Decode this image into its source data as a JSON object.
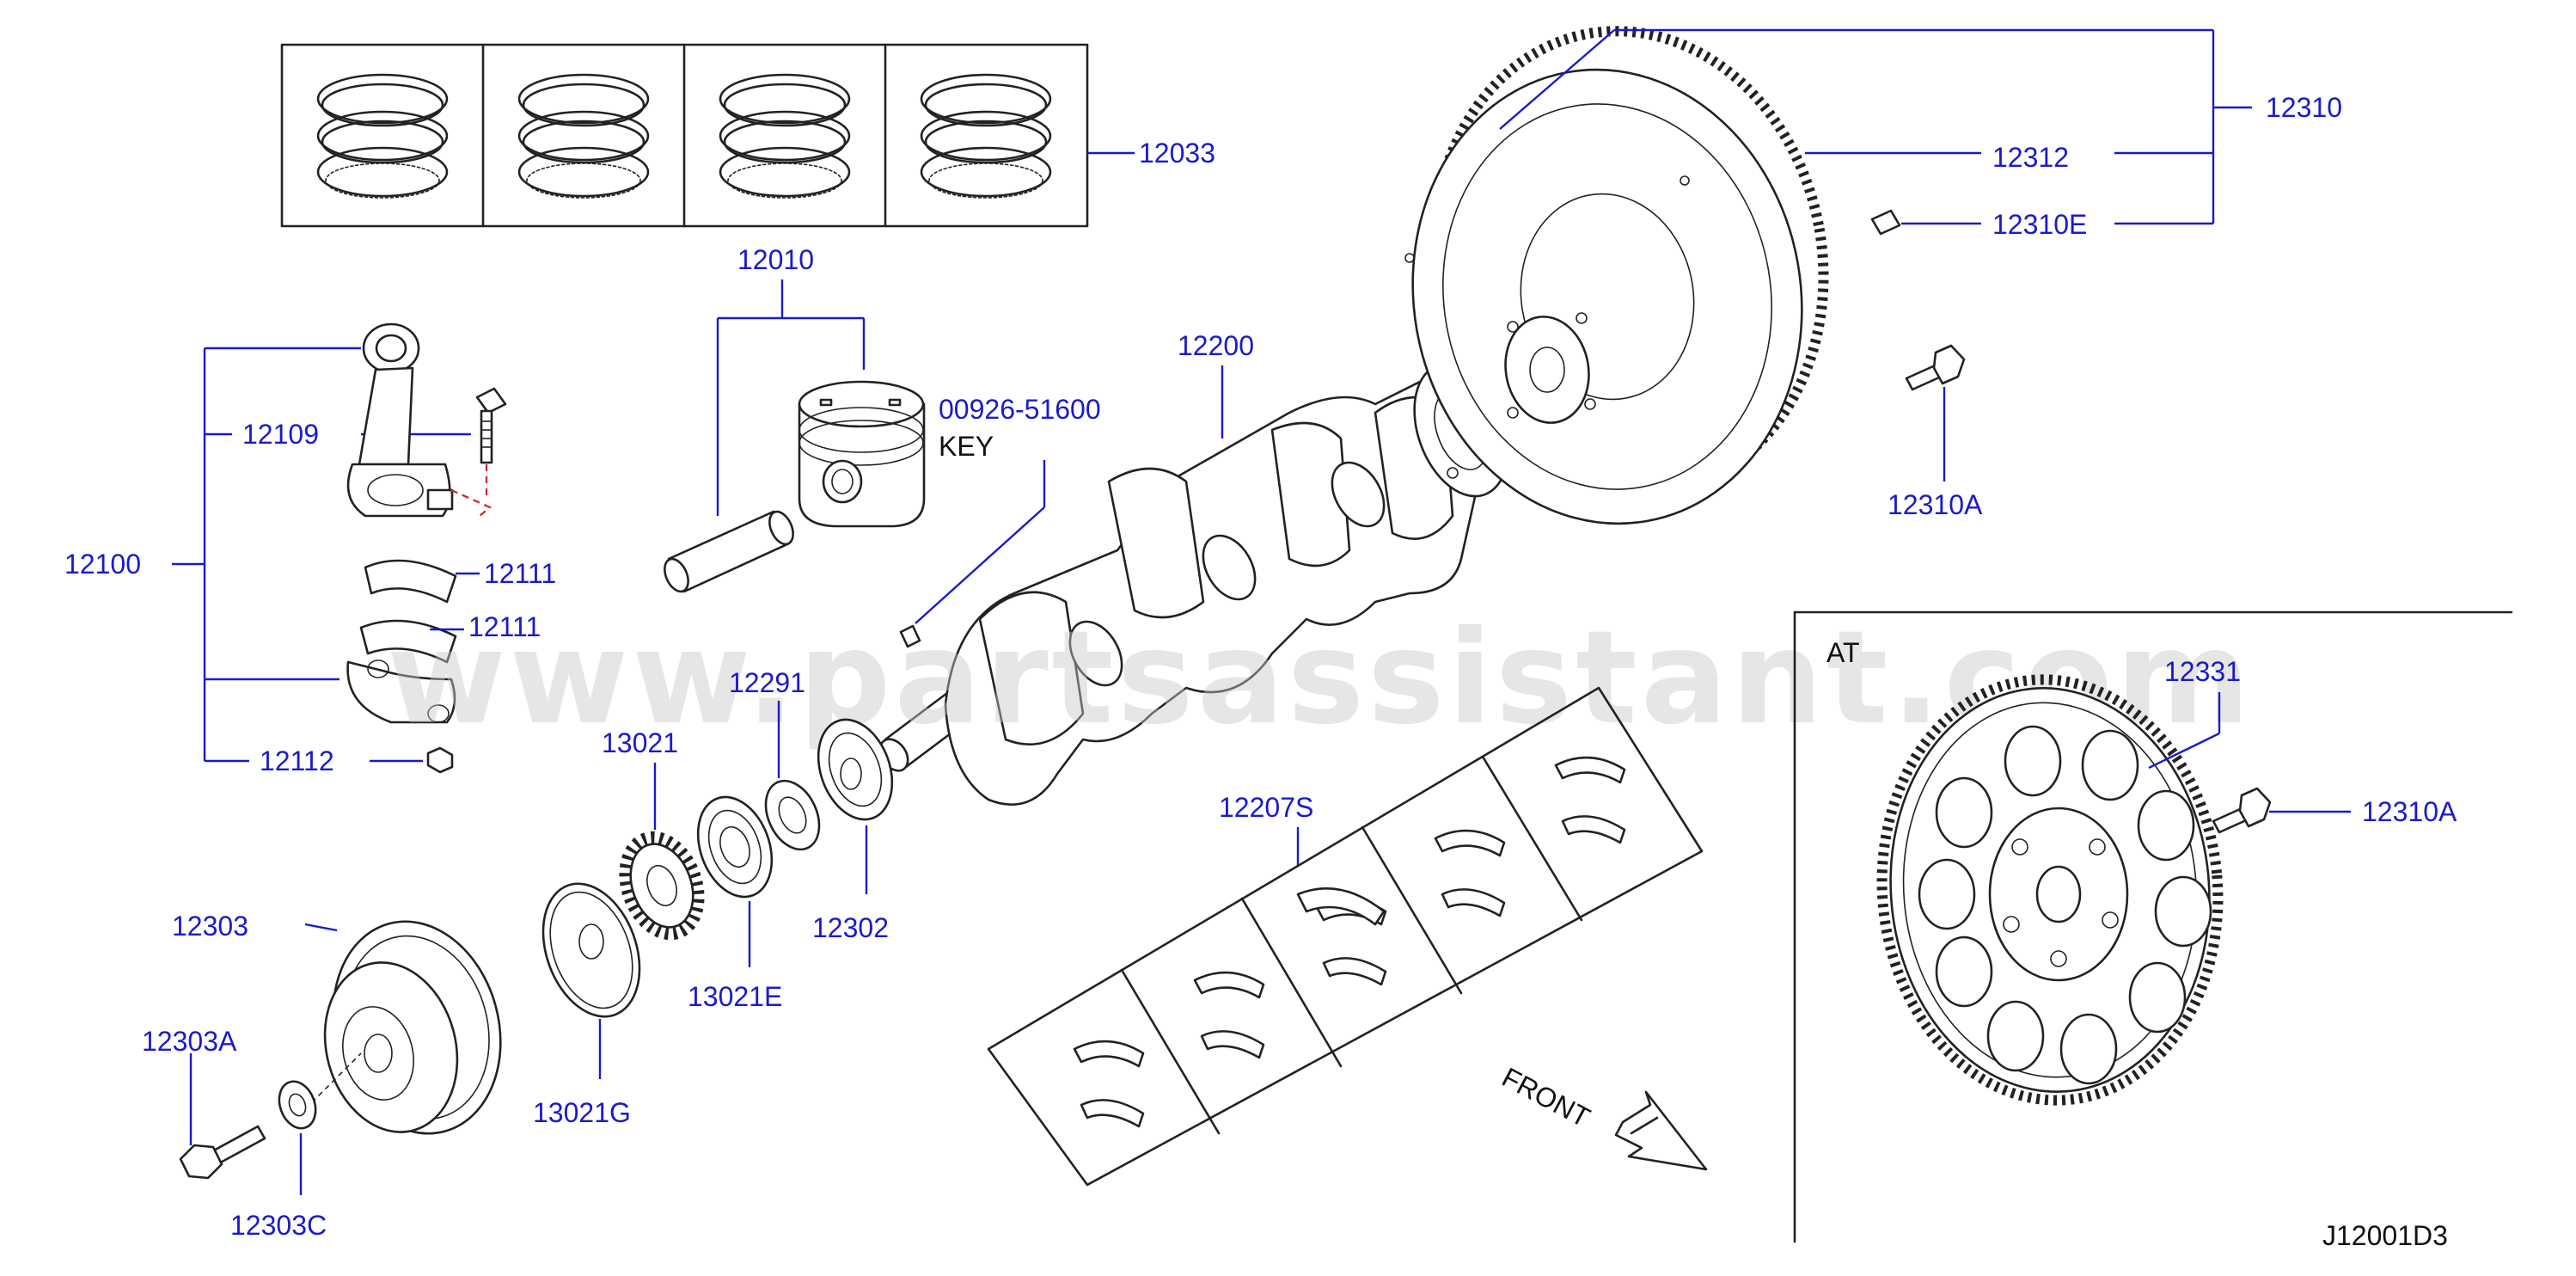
{
  "diagram": {
    "watermark": "www.partsassistant.com",
    "drawing_code": "J12001D3",
    "at_section_label": "AT",
    "front_label": "FRONT",
    "key_label": "KEY",
    "parts": {
      "p12033": "12033",
      "p12010": "12010",
      "p12109": "12109",
      "p12100": "12100",
      "p12111a": "12111",
      "p12111b": "12111",
      "p12112": "12112",
      "p00926": "00926-51600",
      "p12200": "12200",
      "p12310": "12310",
      "p12312": "12312",
      "p12310E": "12310E",
      "p12310A": "12310A",
      "p12291": "12291",
      "p13021": "13021",
      "p12302": "12302",
      "p13021E": "13021E",
      "p12303": "12303",
      "p12303A": "12303A",
      "p13021G": "13021G",
      "p12303C": "12303C",
      "p12207S": "12207S",
      "p12331": "12331",
      "p12310A_at": "12310A"
    }
  }
}
